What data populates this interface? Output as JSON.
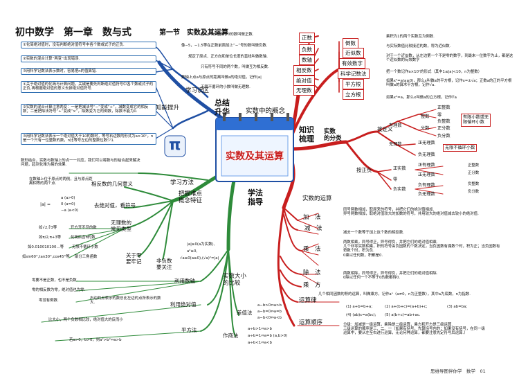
{
  "header": {
    "title": "初中数学　第一章　数与式",
    "section": "第一节　实数及其运算"
  },
  "center": {
    "title": "实数及其运算",
    "pi": "π"
  },
  "main_branches": {
    "summary": "总结\n升华",
    "concept": "实数中的概念",
    "knowledge": "知识\n梳理",
    "method": "学法\n指导"
  },
  "concepts": {
    "zhengshu": "正数",
    "fushu": "负数",
    "shuzhou": "数轴",
    "xiangfanshu": "相反数",
    "juedui": "绝对值",
    "wuli": "无理数",
    "daoshu": "倒数",
    "jinsi": "近似数",
    "youxiao": "有效数字",
    "kexue": "科学记数法",
    "pingfang": "平方根",
    "lifang": "立方根",
    "d_zhengshu": "像5，1.5等大于0的数叫做正数.",
    "d_fushu": "像−5，−1.5等在正数前面加上“−”号的数叫做负数.",
    "d_shuzhou": "规定了原点、正方向和单位长度的直线叫做数轴.",
    "d_xiangfanshu": "只有符号不同的两个数，叫做互为相反数.",
    "d_juedui": "数轴上点a与原点的距离叫做a的绝对值，记作|a|",
    "d_wuli": "无限不循环的小数叫做无理数.",
    "d_daoshu": "乘积为1的两个实数互为倒数.",
    "d_jinsi": "与实际数值比较接近的数，称为近似数.",
    "d_youxiao": "对于一个近似数，从左边第一个不是零的数字，到最末一位数字为止，都是这个近似数的有效数字",
    "d_kexue": "把一个数记作a×10ⁿ的形式（其中1≤|a|<10，n为整数）",
    "d_pingfang": "如果x²=a(a≥0)，那么x叫做a的平方根，记作x=±√a；正数a的正的平方根叫做a的算术平方根，记作√a.",
    "d_lifang": "如果x³=a，那么x叫做a的立方根，记作∛a"
  },
  "classify": {
    "title": "实数\n的分类",
    "by_def": "按定义",
    "by_sign": "按正负",
    "youli": "有理数",
    "wuli": "无理数",
    "zhengshu": "整数",
    "fenshu": "分数",
    "ling": "零",
    "zheng_zhengshu": "正整数",
    "fu_zhengshu": "负整数",
    "zheng_fenshu": "正分数",
    "fu_fenshu": "负分数",
    "zheng_wuli": "正无理数",
    "fu_wuli": "负无理数",
    "youxian": "有限小数或无\n限循环小数",
    "wuxian": "无限不循环小数",
    "zheng_shishu": "正实数",
    "fu_shishu": "负实数",
    "zheng_youli": "正有理数",
    "zheng_wuli2": "正无理数",
    "fu_youli": "负有理数",
    "fu_wuli2": "负无理数"
  },
  "operations": {
    "title": "实数的运算",
    "jia": "加　法",
    "jian": "减　法",
    "cheng": "乘　法",
    "chu": "除　法",
    "chengfang": "乘　方",
    "yunsuanlv": "运算律",
    "shunxu": "运算顺序",
    "d_jia": "同号两数相加，取原来的符号，并把它们的绝对值相加.\n异号两数相加，取绝对值较大的加数的符号，并用较大的绝对值减去较小的绝对值.",
    "d_jian": "减去一个数等于加上这个数的相反数.",
    "d_cheng": "两数相乘，同号得正，异号得负，并把它们的绝对值相乘.\n几个非零实数相乘，积的符号由负因数的个数决定，当负因数有偶数个时，积为正；当负因数有奇数个时，积为负.\n0乘以任何数，积都是0.",
    "d_chu": "两数相除，同号得正，异号得负，并把它们的绝对值相除.\n0除以任何一个不等于0的数都得0.",
    "d_chengfang": "几个相同因数的积的运算，叫做乘方，记作aⁿ（a≠0，n为正整数），其中a为底数，n为指数.",
    "laws": [
      "(1) a+b=b+a;",
      "(2) a+(b+c)=(a+b)+c;",
      "(3) ab=ba;",
      "(4) (ab)c=a(bc);",
      "(5) a(b+c)=ab+ac."
    ],
    "d_shunxu": "分级：加减是一级运算，乘除是二级运算，乘方和开方是三级运算.\n三级运算的顺序是三、二、一（如果有括号，先算括号内的；如果没有括号，在同一级运算中，要从左至右进行运算，无论何种运算，都要注意先定符号后运算.）"
  },
  "summary_branch": {
    "title": "学习误区",
    "tisheng": "知能提升",
    "items": [
      "①化简绝对值时，没有判断绝对值符号中各个数或式子的正负.",
      "②实数的混合计算“两变”出现错误.",
      "③用科学记数法表示数时，容易把n的值算错.",
      "①关于绝对值的化简与计算问题，关键是要先判断绝对值符号中各个数或式子的正负,再根据绝对值的意义去掉绝对值符号.",
      "②实数的混合计算注意两变：一是把减法号“−”变成“+”，减数变成它的相反数；二是把除法符号“÷”变成“×”，除数变为它的倒数，除数不能为0.",
      "③用科学记数法表示一个绝对值大于10的数时，等号右边数的形式为a×10ⁿ，n是一个只有一位整数的数，n比等号左边的整数位数少1."
    ]
  },
  "method_branch": {
    "xuexi": "学习方法",
    "d_xuexi": "数形结合，实数与数轴上的点一一对应，我们可以将数与形结合起来解决问题，起到化难为易的效果.",
    "ba_wo": "把握难点\n概念特征",
    "xiangfan_geo": "相反数的几何意义",
    "d_xiangfan_geo": "在数轴上位于原点的两侧，且与原点距离相等的两个点.",
    "qu_juedui": "去绝对值，看符号",
    "abs_cases": [
      "a (a>0)",
      "0 (a=0)",
      "−a (a<0)"
    ],
    "abs_lhs": "|a| =",
    "wuli_types": "无理数的\n常见类型",
    "wuli_items": [
      "如√2,∛3等",
      "开方开不尽的数",
      "如π/2,π+3等",
      "化简后含π的数",
      "如0.010010100…等",
      "无限不循环小数",
      "如sin60°,tan30°,cos45°等",
      "部分三角函数"
    ],
    "ling_zhong": "关于零\n要牢记",
    "feifu": "非负数\n要关注",
    "feifu_items": [
      "|a|≥0(a为实数),",
      "a²≥0,",
      "√a≥0(a≥0),(√a)²=|a|"
    ],
    "bijiao": "实数大小\n的比较",
    "liyong_shuzhou": "利用数轴",
    "d_shuzhou_items": [
      "零要不是正数，也不是负数.",
      "零的相反数为零，绝对值也为零.",
      "零没有倒数."
    ],
    "d_shuzhou_right": "右边的点表示的数总比左边的点所表示的数大.",
    "liyong_juedui": "利用绝对值",
    "d_juedui": "比大小，两个负数相比较，绝对值大的反而小",
    "pingfang_fa": "平方法",
    "d_pingfang": "若a>0，b>0，则a²>b²⇔a>b",
    "chafa": "差值法",
    "chafa_items": [
      "a−b>0⇔a>b",
      "a−b=0⇔a=b",
      "a−b<0⇔a<b"
    ],
    "shangfa": "作商法",
    "shangfa_items": [
      "a÷b>1⇔a>b",
      "a÷b=1⇔a=b (a,b>0)",
      "a÷b<1⇔a<b"
    ]
  },
  "footer": "思维导图伴你学　数学　01"
}
